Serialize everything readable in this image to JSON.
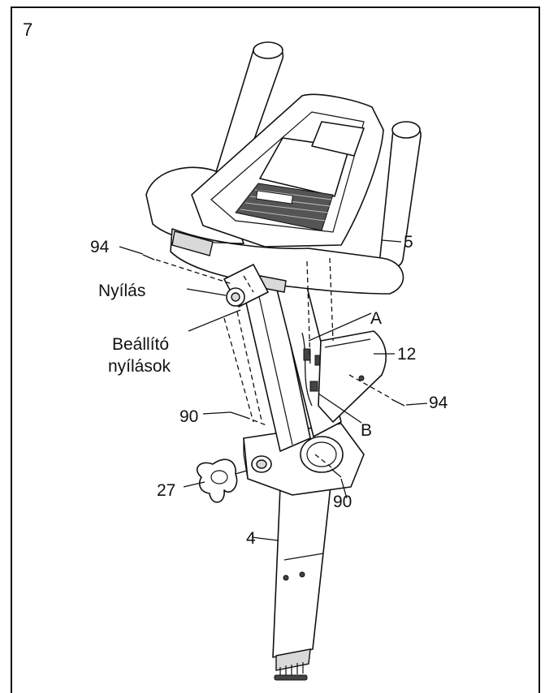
{
  "step": "7",
  "labels": {
    "handlebar": "5",
    "screw_top_left": "94",
    "screw_right": "94",
    "opening": "Nyílás",
    "adjust_line1": "Beállító",
    "adjust_line2": "nyílások",
    "wire_a": "A",
    "wire_b": "B",
    "shield": "12",
    "screw_left": "90",
    "screw_bottom": "90",
    "knob": "27",
    "upright": "4"
  }
}
